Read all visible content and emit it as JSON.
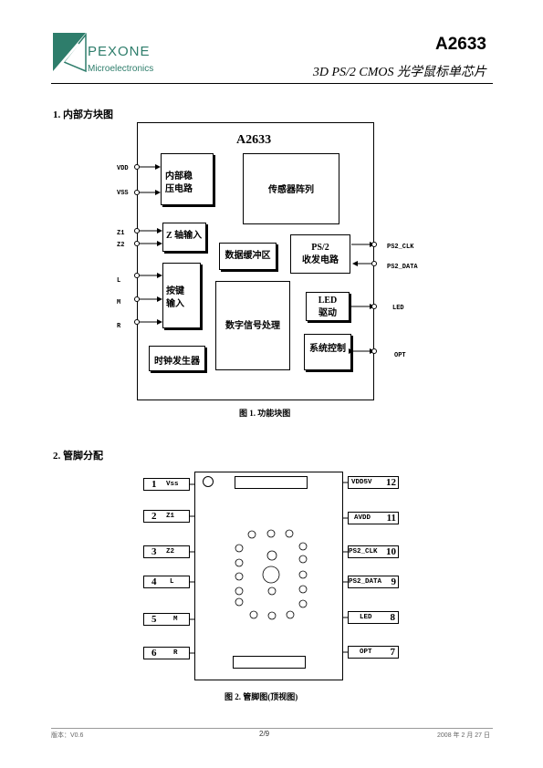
{
  "header": {
    "logo_brand": "PEXONE",
    "logo_sub": "Microelectronics",
    "part_number": "A2633",
    "subtitle": "3D PS/2 CMOS 光学鼠标单芯片"
  },
  "section1": {
    "title": "1.  内部方块图",
    "chip_label": "A2633",
    "blocks": {
      "regulator": "内部稳\n压电路",
      "sensor": "传感器阵列",
      "z_input": "Z 轴输入",
      "buffer": "数据缓冲区",
      "ps2": "PS/2\n收发电路",
      "keys": "按键\n输入",
      "dsp": "数字信号处理",
      "led": "LED\n驱动",
      "clock": "时钟发生器",
      "sysctrl": "系统控制"
    },
    "left_pins": [
      "VDD",
      "VSS",
      "Z1",
      "Z2",
      "L",
      "M",
      "R"
    ],
    "right_pins": [
      "PS2_CLK",
      "PS2_DATA",
      "LED",
      "OPT"
    ],
    "caption": "图  1.  功能块图"
  },
  "section2": {
    "title": "2.  管脚分配",
    "left": [
      {
        "num": "1",
        "name": "Vss"
      },
      {
        "num": "2",
        "name": "Z1"
      },
      {
        "num": "3",
        "name": "Z2"
      },
      {
        "num": "4",
        "name": "L"
      },
      {
        "num": "5",
        "name": "M"
      },
      {
        "num": "6",
        "name": "R"
      }
    ],
    "right": [
      {
        "num": "12",
        "name": "VDD5V"
      },
      {
        "num": "11",
        "name": "AVDD"
      },
      {
        "num": "10",
        "name": "PS2_CLK"
      },
      {
        "num": "9",
        "name": "PS2_DATA"
      },
      {
        "num": "8",
        "name": "LED"
      },
      {
        "num": "7",
        "name": "OPT"
      }
    ],
    "caption": "图  2.    管脚图(顶视图)"
  },
  "footer": {
    "version": "版本：V0.6",
    "page": "2/9",
    "date": "2008 年 2 月 27 日"
  }
}
